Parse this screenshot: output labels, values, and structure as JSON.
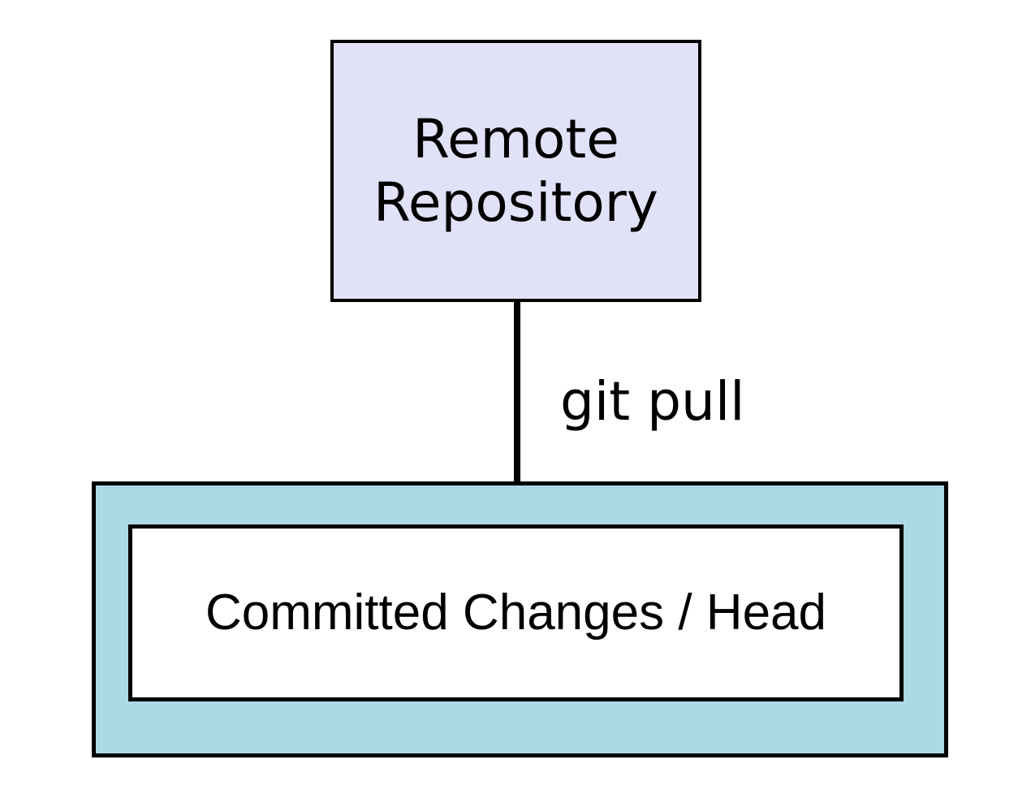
{
  "diagram": {
    "background": "#ffffff",
    "text_color": "#000000",
    "nodes": {
      "remote_repository": {
        "label": "Remote Repository",
        "fill": "#e1e1f7",
        "border_color": "#000000"
      },
      "local_repository": {
        "fill": "#add8e6",
        "border_color": "#000000"
      },
      "committed_changes": {
        "label": "Committed Changes / Head",
        "fill": "#ffffff",
        "border_color": "#000000"
      }
    },
    "edges": {
      "git_pull": {
        "label": "git pull",
        "color": "#000000",
        "from": "remote_repository",
        "to": "committed_changes"
      }
    }
  }
}
